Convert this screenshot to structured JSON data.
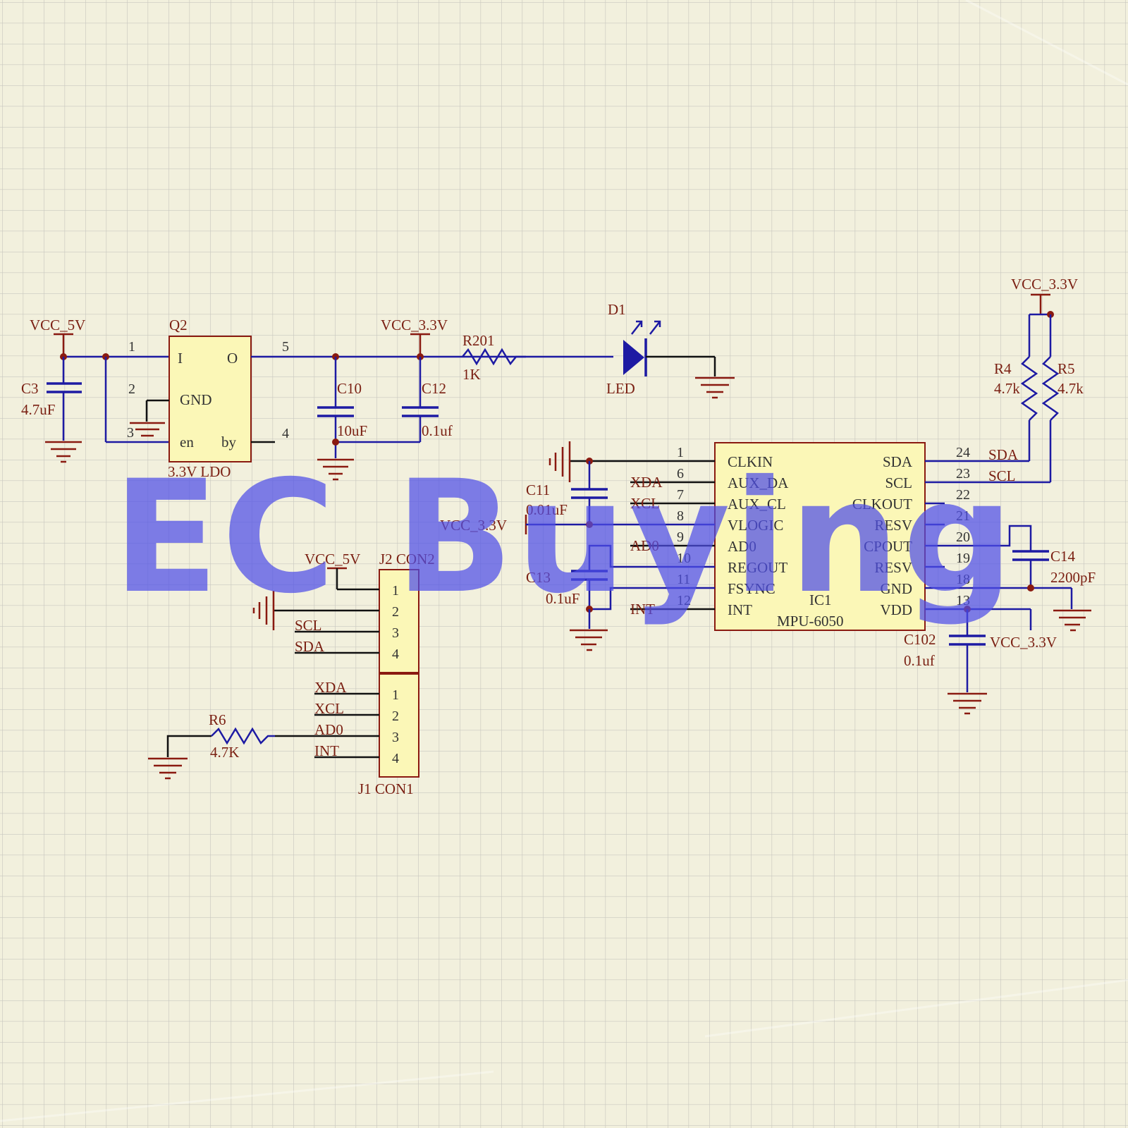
{
  "watermark": "EC Buying",
  "power_nets": {
    "vcc5_top": "VCC_5V",
    "vcc33_mid": "VCC_3.3V",
    "vcc33_right": "VCC_3.3V",
    "vcc33_vlogic": "VCC_3.3V",
    "vcc5_j2": "VCC_5V",
    "vcc33_vdd": "VCC_3.3V"
  },
  "components": {
    "c3": {
      "ref": "C3",
      "value": "4.7uF"
    },
    "q2": {
      "ref": "Q2",
      "name": "3.3V LDO",
      "pin_i": "I",
      "pin_o": "O",
      "pin_gnd": "GND",
      "pin_en": "en",
      "pin_by": "by",
      "pin1": "1",
      "pin2": "2",
      "pin3": "3",
      "pin4": "4",
      "pin5": "5"
    },
    "c10": {
      "ref": "C10",
      "value": "10uF"
    },
    "c12": {
      "ref": "C12",
      "value": "0.1uf"
    },
    "r201": {
      "ref": "R201",
      "value": "1K"
    },
    "d1": {
      "ref": "D1",
      "value": "LED"
    },
    "r4": {
      "ref": "R4",
      "value": "4.7k"
    },
    "r5": {
      "ref": "R5",
      "value": "4.7k"
    },
    "c11": {
      "ref": "C11",
      "value": "0.01uF"
    },
    "c13": {
      "ref": "C13",
      "value": "0.1uF"
    },
    "c14": {
      "ref": "C14",
      "value": "2200pF"
    },
    "c102": {
      "ref": "C102",
      "value": "0.1uf"
    },
    "r6": {
      "ref": "R6",
      "value": "4.7K"
    },
    "j2": {
      "ref": "J2 CON2",
      "pins": [
        "1",
        "2",
        "3",
        "4"
      ]
    },
    "j1": {
      "ref": "J1 CON1",
      "pins": [
        "1",
        "2",
        "3",
        "4"
      ]
    }
  },
  "ic1": {
    "ref": "IC1",
    "part": "MPU-6050",
    "left_pins": [
      {
        "num": "1",
        "name": "CLKIN",
        "net": ""
      },
      {
        "num": "6",
        "name": "AUX_DA",
        "net": "XDA"
      },
      {
        "num": "7",
        "name": "AUX_CL",
        "net": "XCL"
      },
      {
        "num": "8",
        "name": "VLOGIC",
        "net": ""
      },
      {
        "num": "9",
        "name": "AD0",
        "net": "AD0"
      },
      {
        "num": "10",
        "name": "REGOUT",
        "net": ""
      },
      {
        "num": "11",
        "name": "FSYNC",
        "net": ""
      },
      {
        "num": "12",
        "name": "INT",
        "net": "INT"
      }
    ],
    "right_pins": [
      {
        "num": "24",
        "name": "SDA",
        "net": "SDA"
      },
      {
        "num": "23",
        "name": "SCL",
        "net": "SCL"
      },
      {
        "num": "22",
        "name": "CLKOUT",
        "net": ""
      },
      {
        "num": "21",
        "name": "RESV",
        "net": ""
      },
      {
        "num": "20",
        "name": "CPOUT",
        "net": ""
      },
      {
        "num": "19",
        "name": "RESV",
        "net": ""
      },
      {
        "num": "18",
        "name": "GND",
        "net": ""
      },
      {
        "num": "13",
        "name": "VDD",
        "net": ""
      }
    ]
  },
  "j2_nets": [
    "SCL",
    "SDA"
  ],
  "j1_nets": [
    "XDA",
    "XCL",
    "AD0",
    "INT"
  ]
}
